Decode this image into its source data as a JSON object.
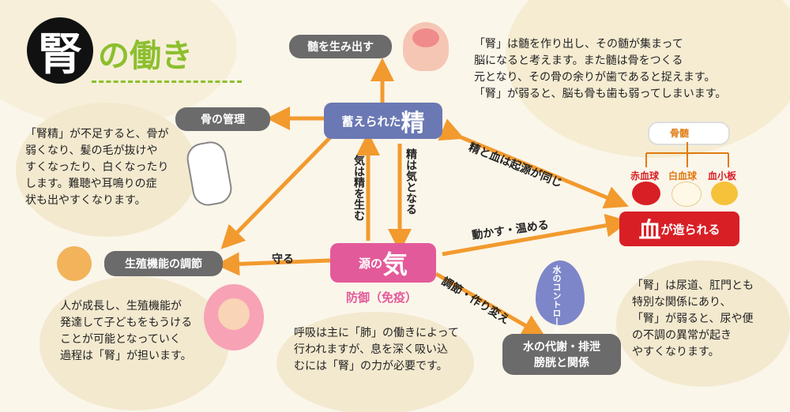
{
  "title": {
    "kanji": "腎",
    "rest": "の働き"
  },
  "nodes": {
    "essence": {
      "prefix": "蓄えられた",
      "main": "精"
    },
    "qi": {
      "prefix": "源の",
      "main": "気"
    },
    "qi_sub": "防御（免疫）",
    "marrow": "髄を生み出す",
    "bone": "骨の管理",
    "repro": "生殖機能の調節",
    "blood": {
      "main": "血",
      "suffix": "が造られる"
    },
    "water": {
      "line1": "水の代謝・排泄",
      "line2": "膀胱と関係"
    },
    "bone_marrow": "骨髄",
    "rbc": "赤血球",
    "wbc": "白血球",
    "plt": "血小板",
    "water_drop": "水のコントロール"
  },
  "edges": {
    "qi_to_essence": "気は精を生む",
    "essence_to_qi": "精は気となる",
    "protect": "守る",
    "move_warm": "動かす・温める",
    "same_origin": "精と血は起源が同じ",
    "regulate": "調節・作り変え"
  },
  "notes": {
    "marrow": [
      "「腎」は髄を作り出し、その髄が集まって",
      "脳になると考えます。また髄は骨をつくる",
      "元となり、その骨の余りが歯であると捉えます。",
      "「腎」が弱ると、脳も骨も歯も弱ってしまいます。"
    ],
    "bone": [
      "「腎精」が不足すると、骨が",
      "弱くなり、髪の毛が抜けや",
      "すくなったり、白くなったり",
      "します。難聴や耳鳴りの症",
      "状も出やすくなります。"
    ],
    "repro": [
      "人が成長し、生殖機能が",
      "発達して子どもをもうける",
      "ことが可能となっていく",
      "過程は「腎」が担います。"
    ],
    "breath": [
      "呼吸は主に「肺」の働きによって",
      "行われますが、息を深く吸い込",
      "むには「腎」の力が必要です。"
    ],
    "urine": [
      "「腎」は尿道、肛門とも",
      "特別な関係にあり、",
      "「腎」が弱ると、尿や便",
      "の不調の異常が起き",
      "やすくなります。"
    ]
  },
  "colors": {
    "essence": "#6a78b4",
    "qi": "#e35a9a",
    "arrow": "#f29a2e",
    "blood": "#d81f26",
    "title_accent": "#8cbf2e",
    "gray": "#6b6b6b"
  }
}
